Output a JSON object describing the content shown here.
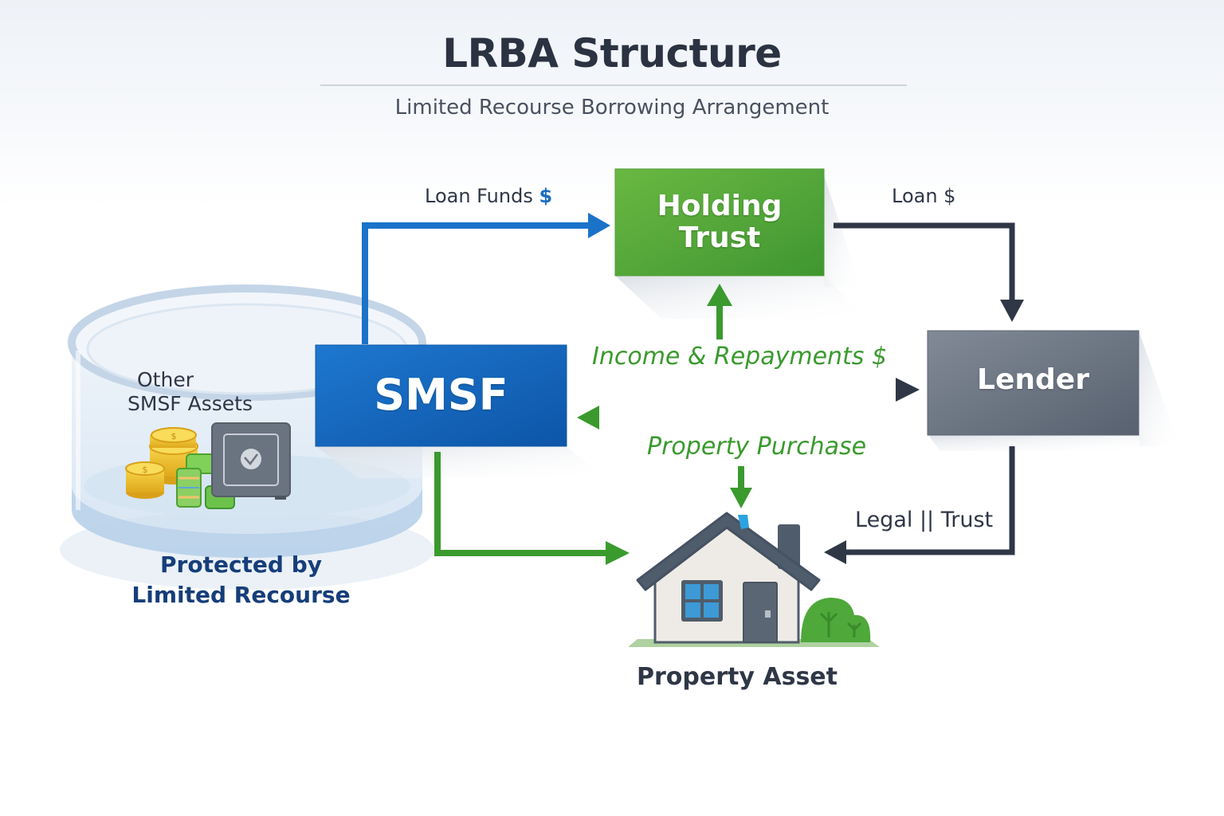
{
  "header": {
    "title": "LRBA Structure",
    "subtitle": "Limited Recourse Borrowing Arrangement"
  },
  "nodes": {
    "smsf": {
      "label": "SMSF",
      "color": "#1565c0"
    },
    "holding_trust": {
      "label_line1": "Holding",
      "label_line2": "Trust",
      "color": "#58a83a"
    },
    "lender": {
      "label": "Lender",
      "color": "#6b7482"
    },
    "property": {
      "label": "Property Asset"
    },
    "protected_pool": {
      "inner_label_line1": "Other",
      "inner_label_line2": "SMSF Assets",
      "caption_line1": "Protected by",
      "caption_line2": "Limited Recourse"
    }
  },
  "flows": {
    "loan_funds": {
      "text": "Loan Funds",
      "symbol": "$",
      "color": "#1a73c9"
    },
    "loan": {
      "text": "Loan $",
      "color": "#2f3747"
    },
    "income_repayments": {
      "text": "Income & Repayments $",
      "color": "#3a9a2e"
    },
    "property_purchase": {
      "text": "Property Purchase",
      "color": "#3a9a2e"
    },
    "legal_trust": {
      "text": "Legal || Trust",
      "color": "#2f3747"
    }
  },
  "icons": [
    "coins-icon",
    "cash-stack-icon",
    "safe-icon",
    "house-icon",
    "shrub-icon"
  ]
}
